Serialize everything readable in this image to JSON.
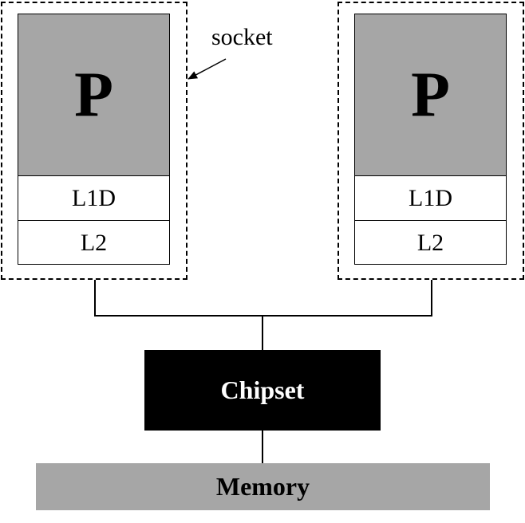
{
  "socket_label": "socket",
  "processors": [
    {
      "name": "P",
      "l1": "L1D",
      "l2": "L2"
    },
    {
      "name": "P",
      "l1": "L1D",
      "l2": "L2"
    }
  ],
  "chipset": "Chipset",
  "memory": "Memory",
  "colors": {
    "processor_fill": "#a6a6a6",
    "chipset_fill": "#000000",
    "memory_fill": "#a6a6a6"
  }
}
